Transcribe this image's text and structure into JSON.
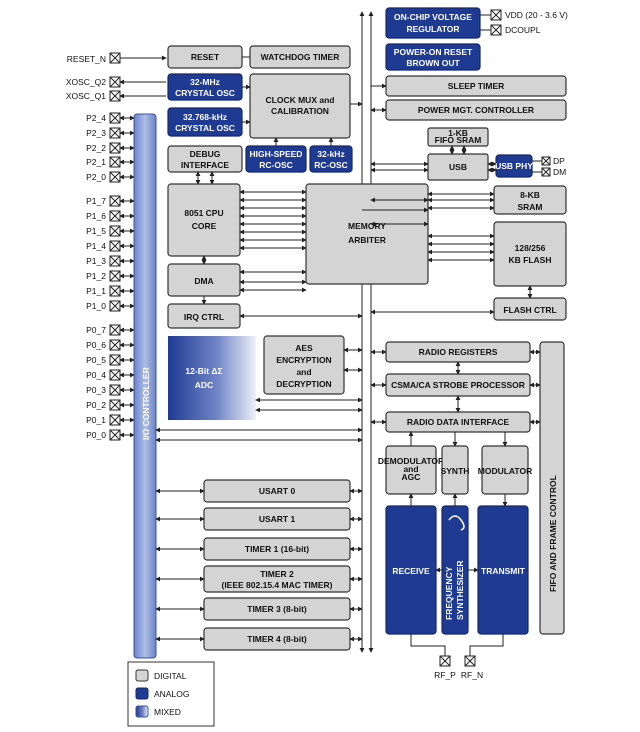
{
  "pins_left": [
    "RESET_N",
    "XOSC_Q2",
    "XOSC_Q1",
    "P2_4",
    "P2_3",
    "P2_2",
    "P2_1",
    "P2_0",
    "P1_7",
    "P1_6",
    "P1_5",
    "P1_4",
    "P1_3",
    "P1_2",
    "P1_1",
    "P1_0",
    "P0_7",
    "P0_6",
    "P0_5",
    "P0_4",
    "P0_3",
    "P0_2",
    "P0_1",
    "P0_0"
  ],
  "pins_right": {
    "vdd": "VDD (20 - 3.6 V)",
    "dcoupl": "DCOUPL",
    "dp": "DP",
    "dm": "DM"
  },
  "pins_bottom": {
    "rfp": "RF_P",
    "rfn": "RF_N"
  },
  "blocks": {
    "reset": "RESET",
    "watchdog": "WATCHDOG TIMER",
    "osc32m_1": "32-MHz",
    "osc32m_2": "CRYSTAL OSC",
    "osc32k_1": "32.768-kHz",
    "osc32k_2": "CRYSTAL OSC",
    "clkmux_1": "CLOCK MUX and",
    "clkmux_2": "CALIBRATION",
    "debug_1": "DEBUG",
    "debug_2": "INTERFACE",
    "hsrc_1": "HIGH-SPEED",
    "hsrc_2": "RC-OSC",
    "rc32k_1": "32-kHz",
    "rc32k_2": "RC-OSC",
    "cpu_1": "8051 CPU",
    "cpu_2": "CORE",
    "dma": "DMA",
    "irq": "IRQ CTRL",
    "arbiter_1": "MEMORY",
    "arbiter_2": "ARBITER",
    "adc_1": "12-Bit ΔΣ",
    "adc_2": "ADC",
    "aes_1": "AES",
    "aes_2": "ENCRYPTION",
    "aes_3": "and",
    "aes_4": "DECRYPTION",
    "vreg_1": "ON-CHIP VOLTAGE",
    "vreg_2": "REGULATOR",
    "por_1": "POWER-ON RESET",
    "por_2": "BROWN OUT",
    "sleep": "SLEEP TIMER",
    "pmc": "POWER MGT. CONTROLLER",
    "fifo_1": "1-KB",
    "fifo_2": "FIFO SRAM",
    "usb": "USB",
    "usbphy": "USB PHY",
    "sram_1": "8-KB",
    "sram_2": "SRAM",
    "flash_1": "128/256",
    "flash_2": "KB FLASH",
    "flashctrl": "FLASH CTRL",
    "radioreg": "RADIO REGISTERS",
    "csma": "CSMA/CA STROBE PROCESSOR",
    "radiodata": "RADIO DATA INTERFACE",
    "demod_1": "DEMODULATOR",
    "demod_2": "and",
    "demod_3": "AGC",
    "synth": "SYNTH",
    "mod": "MODULATOR",
    "receive": "RECEIVE",
    "freq_1": "FREQUENCY",
    "freq_2": "SYNTHESIZER",
    "transmit": "TRANSMIT",
    "fifoframe": "FIFO AND FRAME CONTROL",
    "ioctrl": "I/O CONTROLLER",
    "usart0": "USART 0",
    "usart1": "USART 1",
    "timer1": "TIMER 1 (16-bit)",
    "timer2_1": "TIMER 2",
    "timer2_2": "(IEEE 802.15.4 MAC TIMER)",
    "timer3": "TIMER 3 (8-bit)",
    "timer4": "TIMER 4 (8-bit)"
  },
  "legend": {
    "digital": "DIGITAL",
    "analog": "ANALOG",
    "mixed": "MIXED"
  },
  "colors": {
    "digital": "#d4d4d4",
    "analog": "#1f3a93",
    "mixed_start": "#1f3a93",
    "mixed_end": "#e8ecf6"
  }
}
